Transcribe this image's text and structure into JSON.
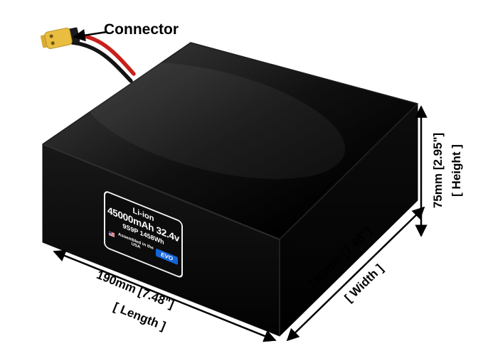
{
  "annotations": {
    "connector": "Connector",
    "height_value": "75mm [2.95\"]",
    "height_label": "[ Height ]",
    "length_value": "190mm [7.48\"]",
    "length_label": "[ Length ]",
    "width_value": "190mm [7.48\"]",
    "width_label": "[ Width ]"
  },
  "battery_label": {
    "chemistry": "Li-ion",
    "capacity": "45000mAh 32.4v",
    "config": "9S9P 1458Wh",
    "origin": "Assembled in the USA",
    "brand": "EVO"
  },
  "colors": {
    "background": "#ffffff",
    "battery_black": "#0a0a0a",
    "connector_yellow": "#e9bd3f",
    "wire_red": "#c8201a",
    "brand_blue": "#1565d8",
    "annotation_black": "#000000"
  }
}
